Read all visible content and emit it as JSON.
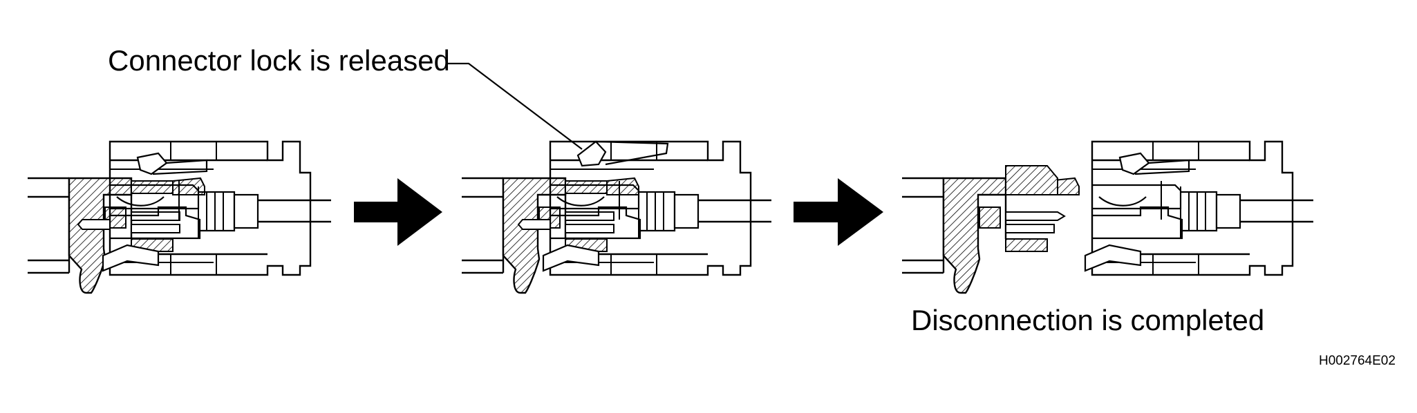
{
  "labels": {
    "lock_released": "Connector lock is released",
    "disconnection_completed": "Disconnection is completed",
    "figure_code": "H002764E02"
  }
}
